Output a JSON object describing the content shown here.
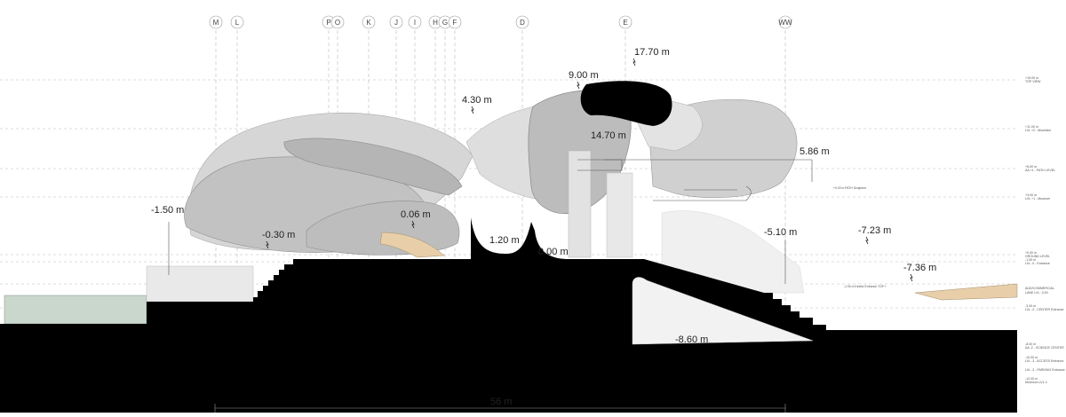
{
  "grid_axes": [
    {
      "label": "M"
    },
    {
      "label": "L"
    },
    {
      "label": "P"
    },
    {
      "label": "O"
    },
    {
      "label": "K"
    },
    {
      "label": "J"
    },
    {
      "label": "I"
    },
    {
      "label": "H"
    },
    {
      "label": "G"
    },
    {
      "label": "F"
    },
    {
      "label": "D"
    },
    {
      "label": "E"
    },
    {
      "label": "WW"
    }
  ],
  "elevations": [
    "17.70 m",
    "9.00 m",
    "4.30 m",
    "14.70 m",
    "5.86 m",
    "-1.50 m",
    "0.06 m",
    "-0.30 m",
    "1.20 m",
    "0.00 m",
    "-5.10 m",
    "-7.23 m",
    "-7.36 m",
    "-8.60 m"
  ],
  "overall_span": "56 m",
  "level_labels": [
    {
      "value": "+19.00 m",
      "name": "TOP VIEW"
    },
    {
      "value": "+11.00 m",
      "name": "LVL +2 - Moorlake"
    },
    {
      "value": "+6.00 m",
      "name": "AA +1 - PATH LEVEL"
    },
    {
      "value": "+3.00 m",
      "name": "LVL +1 - Museum"
    },
    {
      "value": "+0.00 m",
      "name": "GROUND LEVEL"
    },
    {
      "value": "-1.50 m",
      "name": "LVL -0 - Entrance"
    },
    {
      "value": "",
      "name": "AUD/COMMERCIAL"
    },
    {
      "value": "",
      "name": "LANE LVL -3.00"
    },
    {
      "value": "-3.00 m",
      "name": "LVL -2 - CENTER Entrance"
    },
    {
      "value": "-8.00 m",
      "name": "AA -2 - SCIENCE CENTER"
    },
    {
      "value": "-10.00 m",
      "name": "LVL -3 - ACCESS Entrance"
    },
    {
      "value": "",
      "name": "LVL -3 - PARKING Entrance"
    },
    {
      "value": "-12.00 m",
      "name": "Minimum LVL 4"
    }
  ],
  "annotations": [
    {
      "text": "+0.00 m PATH Sculpture"
    },
    {
      "text": "-2.00 m Kinetic Entrance TOP +"
    }
  ],
  "colors": {
    "ground": "#000000",
    "shell": "#c4c4c4",
    "wood": "#e8cfa9",
    "mint": "#c9d7cc"
  }
}
